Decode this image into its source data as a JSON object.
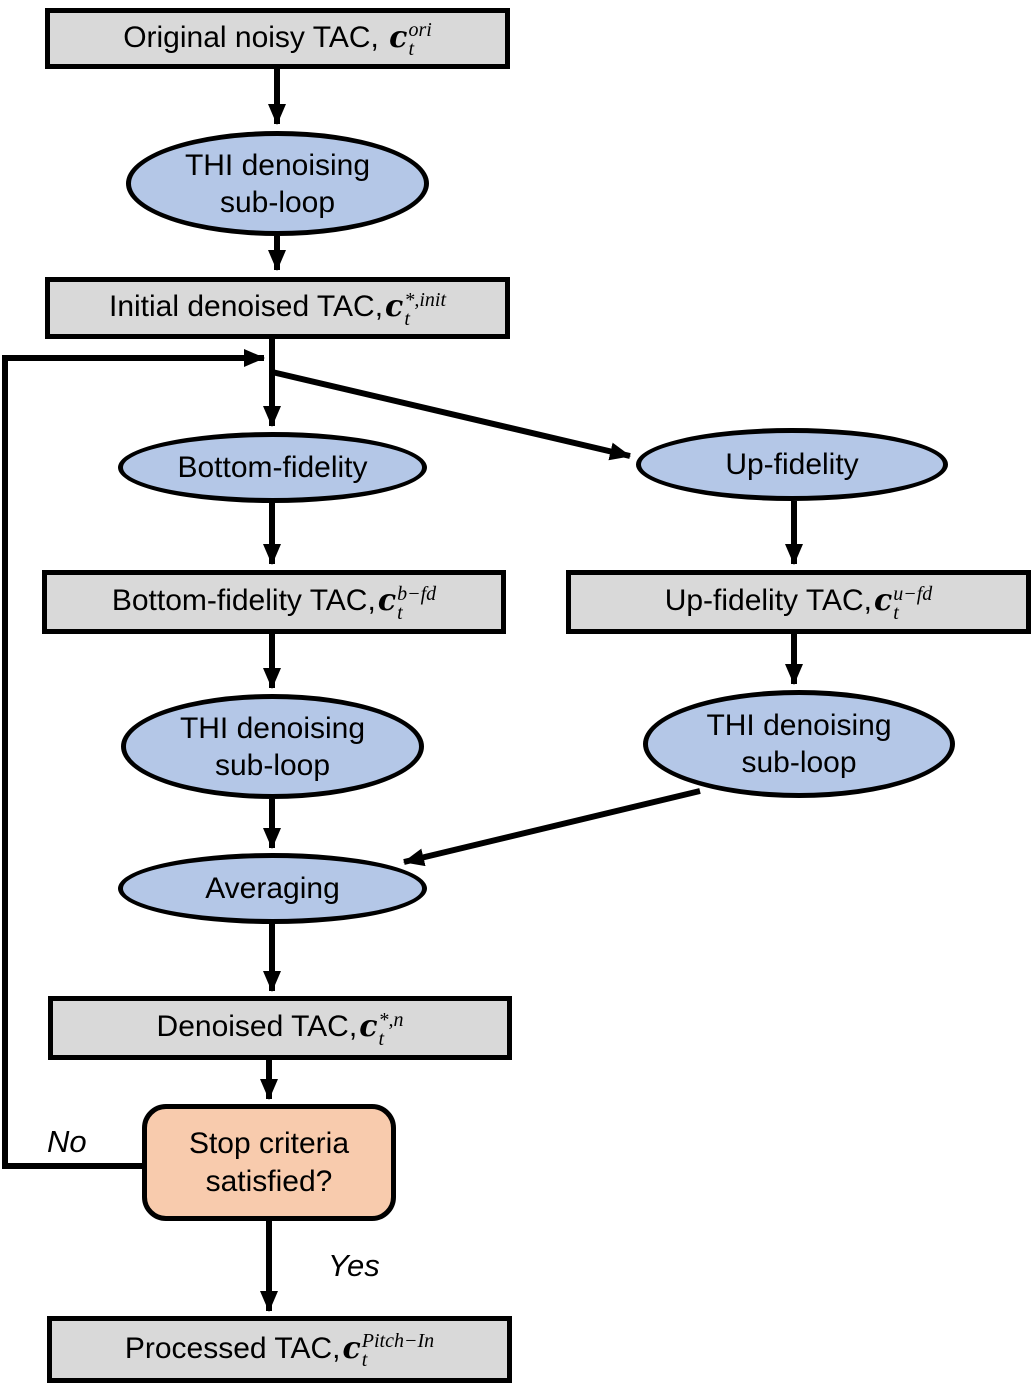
{
  "diagram": {
    "title": "TAC denoising flowchart",
    "colors": {
      "process_fill": "#d9d9d9",
      "operation_fill": "#b4c7e7",
      "decision_fill": "#f8cbad",
      "stroke": "#000000",
      "background": "#ffffff"
    },
    "nodes": {
      "original": {
        "label": "Original noisy TAC, ",
        "symbol": "c",
        "sub": "t",
        "sup": "ori"
      },
      "thi_top": {
        "line1": "THI denoising",
        "line2": "sub-loop"
      },
      "initial": {
        "label": "Initial denoised TAC,",
        "symbol": "c",
        "sub": "t",
        "sup": "*,init"
      },
      "bottom_fid": {
        "label": "Bottom-fidelity"
      },
      "up_fid": {
        "label": "Up-fidelity"
      },
      "bottom_tac": {
        "label": "Bottom-fidelity TAC,",
        "symbol": "c",
        "sub": "t",
        "sup": "b−fd"
      },
      "up_tac": {
        "label": "Up-fidelity TAC,",
        "symbol": "c",
        "sub": "t",
        "sup": "u−fd"
      },
      "thi_left": {
        "line1": "THI denoising",
        "line2": "sub-loop"
      },
      "thi_right": {
        "line1": "THI denoising",
        "line2": "sub-loop"
      },
      "averaging": {
        "label": "Averaging"
      },
      "denoised": {
        "label": "Denoised TAC,",
        "symbol": "c",
        "sub": "t",
        "sup": "*,n"
      },
      "stop": {
        "line1": "Stop criteria",
        "line2": "satisfied?"
      },
      "processed": {
        "label": "Processed TAC,",
        "symbol": "c",
        "sub": "t",
        "sup": "Pitch−In"
      }
    },
    "edge_labels": {
      "no": "No",
      "yes": "Yes"
    }
  }
}
